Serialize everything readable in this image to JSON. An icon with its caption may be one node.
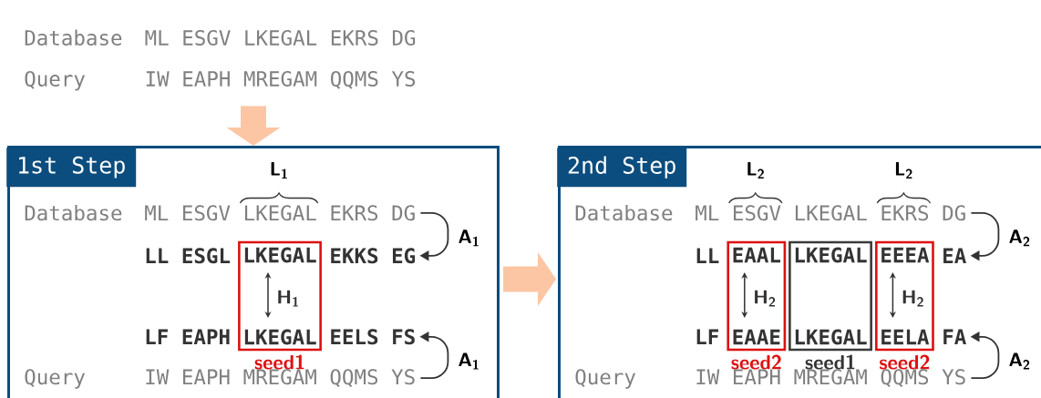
{
  "diagram": {
    "nodes": [
      {
        "text": [
          "Database",
          "ML ESGV LKEGAL EKRS DG",
          "Query",
          "IW EAPH MREGAM QQMS YS"
        ]
      },
      {
        "text": [
          "1st Step"
        ]
      },
      {
        "text": [
          "2nd Step"
        ]
      },
      {
        "text": [
          "ML ESGV LKEGAL EKRS DG"
        ],
        "in": 1
      },
      {
        "text": [
          "LL ESGL"
        ],
        "in": 1
      },
      {
        "text": [
          "LKEGAL",
          "H$_{1}$",
          "LKEGAL"
        ],
        "beside": [
          "seed1"
        ],
        "in": 1
      },
      {
        "text": [
          "EKKS EG"
        ],
        "in": 1
      },
      {
        "text": [
          "LF EAPH"
        ],
        "in": 1
      },
      {
        "text": [
          "EELS FS"
        ],
        "in": 1
      },
      {
        "text": [
          "IW EAPH MREGAM QQMS YS"
        ],
        "in": 1
      },
      {
        "text": [
          "ML ESGV LKEGAL EKRS DG"
        ],
        "in": 2
      },
      {
        "text": [
          "LL"
        ],
        "in": 2
      },
      {
        "text": [
          "EAAL",
          "H$_{2}$",
          "EAAE"
        ],
        "beside": [
          "seed2"
        ],
        "in": 2
      },
      {
        "text": [
          "LKEGAL",
          "LKEGAL"
        ],
        "beside": [
          "seed1"
        ],
        "in": 2
      },
      {
        "text": [
          "EEEA",
          "H$_{2}$",
          "EELA"
        ],
        "beside": [
          "seed2"
        ],
        "in": 2
      },
      {
        "text": [
          "EA"
        ],
        "in": 2
      },
      {
        "text": [
          "LF"
        ],
        "in": 2
      },
      {
        "text": [
          "FA"
        ],
        "in": 2
      },
      {
        "text": [
          "IW EAPH MREGAM QQMS YS"
        ],
        "in": 2
      }
    ],
    "edges": [
      {
        "from": 0,
        "to": 1,
        "arrow": "to",
        "style": "thick",
        "color": "#fcc6a4"
      },
      {
        "from": 1,
        "to": 2,
        "arrow": "to",
        "style": "thick",
        "color": "#fcc6a4"
      },
      {
        "from": 3,
        "to": 6,
        "arrow": "to",
        "label": "A$_{1}$"
      },
      {
        "from": 9,
        "to": 8,
        "arrow": "to",
        "label": "A$_{1}$"
      },
      {
        "from": 10,
        "to": 15,
        "arrow": "to",
        "label": "A$_{2}$"
      },
      {
        "from": 18,
        "to": 17,
        "arrow": "to",
        "label": "A$_{2}$"
      }
    ],
    "labels": [
      "L$_{1}$",
      "Database",
      "Query",
      "L$_{2}$",
      "L$_{2}$",
      "Database",
      "Query"
    ]
  }
}
